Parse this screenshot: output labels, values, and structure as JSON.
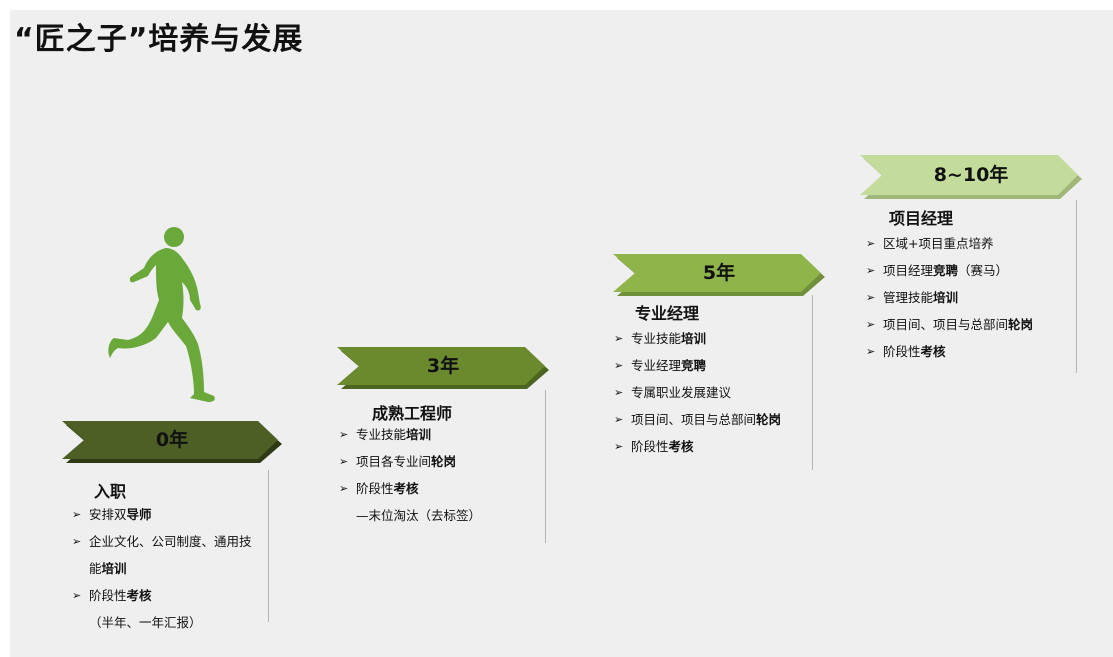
{
  "title": "“匠之子”培养与发展",
  "colors": {
    "stage0": "#4d5f25",
    "stage3": "#6b8a2e",
    "stage5": "#8fb54a",
    "stage8": "#c4dc9b",
    "runner": "#6aa83a"
  },
  "runner_icon": "runner-icon",
  "stages": [
    {
      "year": "0年",
      "title": "入职",
      "items": [
        {
          "plain": "安排双",
          "bold": "导师",
          "tail": ""
        },
        {
          "plain": "企业文化、公司制度、通用技能",
          "bold": "培训",
          "tail": ""
        },
        {
          "plain": "阶段性",
          "bold": "考核",
          "tail": "（半年、一年汇报）"
        }
      ]
    },
    {
      "year": "3年",
      "title": "成熟工程师",
      "items": [
        {
          "plain": "专业技能",
          "bold": "培训",
          "tail": ""
        },
        {
          "plain": "项目各专业间",
          "bold": "轮岗",
          "tail": ""
        },
        {
          "plain": "阶段性",
          "bold": "考核",
          "tail": "—末位淘汰（去标签）"
        }
      ]
    },
    {
      "year": "5年",
      "title": "专业经理",
      "items": [
        {
          "plain": "专业技能",
          "bold": "培训",
          "tail": ""
        },
        {
          "plain": "专业经理",
          "bold": "竞聘",
          "tail": ""
        },
        {
          "plain": "专属职业发展建议",
          "bold": "",
          "tail": ""
        },
        {
          "plain": "项目间、项目与总部间",
          "bold": "轮岗",
          "tail": ""
        },
        {
          "plain": "阶段性",
          "bold": "考核",
          "tail": ""
        }
      ]
    },
    {
      "year": "8~10年",
      "title": "项目经理",
      "items": [
        {
          "plain": "区域+项目重点培养",
          "bold": "",
          "tail": ""
        },
        {
          "plain": "项目经理",
          "bold": "竞聘",
          "tail": "（赛马）"
        },
        {
          "plain": "管理技能",
          "bold": "培训",
          "tail": ""
        },
        {
          "plain": "项目间、项目与总部间",
          "bold": "轮岗",
          "tail": ""
        },
        {
          "plain": "阶段性",
          "bold": "考核",
          "tail": ""
        }
      ]
    }
  ]
}
